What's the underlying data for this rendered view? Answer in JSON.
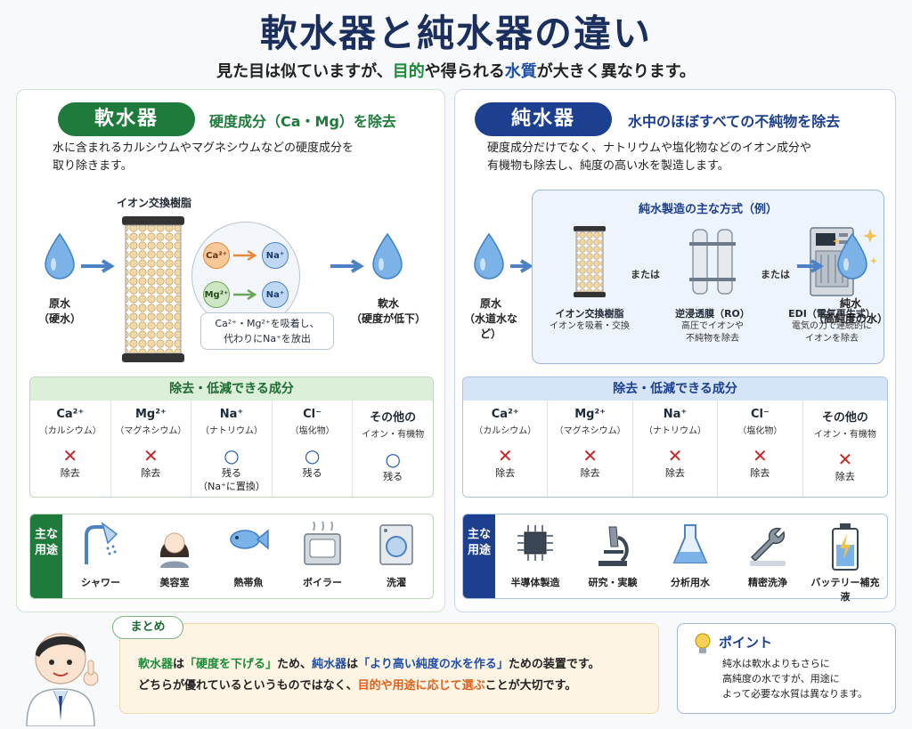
{
  "title": "軟水器と純水器の違い",
  "subtitle": {
    "pre": "見た目は似ていますが、",
    "purpose": "目的",
    "mid": "や得られる",
    "quality": "水質",
    "post": "が大きく異なります。"
  },
  "softener": {
    "badge": "軟水器",
    "headline": "硬度成分（Ca・Mg）を除去",
    "desc_line1": "水に含まれるカルシウムやマグネシウムなどの硬度成分を",
    "desc_line2": "取り除きます。",
    "resin_label": "イオン交換樹脂",
    "raw_water": "原水",
    "raw_water_sub": "（硬水）",
    "soft_water": "軟水",
    "soft_water_sub": "（硬度が低下）",
    "ca_ion": "Ca²⁺",
    "mg_ion": "Mg²⁺",
    "na_ion": "Na⁺",
    "note_line1": "Ca²⁺・Mg²⁺を吸着し、",
    "note_line2": "代わりにNa⁺を放出",
    "table_title": "除去・低減できる成分",
    "table": [
      {
        "ion": "Ca²⁺",
        "name": "（カルシウム）",
        "mark": "✕",
        "type": "x",
        "result": "除去",
        "result2": ""
      },
      {
        "ion": "Mg²⁺",
        "name": "（マグネシウム）",
        "mark": "✕",
        "type": "x",
        "result": "除去",
        "result2": ""
      },
      {
        "ion": "Na⁺",
        "name": "（ナトリウム）",
        "mark": "○",
        "type": "o",
        "result": "残る",
        "result2": "（Na⁺に置換）"
      },
      {
        "ion": "Cl⁻",
        "name": "（塩化物）",
        "mark": "○",
        "type": "o",
        "result": "残る",
        "result2": ""
      },
      {
        "ion": "その他の",
        "name": "イオン・有機物",
        "mark": "○",
        "type": "o",
        "result": "残る",
        "result2": ""
      }
    ],
    "uses_tab_line1": "主な",
    "uses_tab_line2": "用途",
    "uses": [
      {
        "label": "シャワー",
        "icon": "shower-icon"
      },
      {
        "label": "美容室",
        "icon": "woman-icon"
      },
      {
        "label": "熱帯魚",
        "icon": "fish-icon"
      },
      {
        "label": "ボイラー",
        "icon": "boiler-icon"
      },
      {
        "label": "洗濯",
        "icon": "washing-machine-icon"
      }
    ]
  },
  "purifier": {
    "badge": "純水器",
    "headline": "水中のほぼすべての不純物を除去",
    "desc_line1": "硬度成分だけでなく、ナトリウムや塩化物などのイオン成分や",
    "desc_line2": "有機物も除去し、純度の高い水を製造します。",
    "raw_water": "原水",
    "raw_water_sub": "（水道水など）",
    "pure_water": "純水",
    "pure_water_sub": "（高純度の水）",
    "method_title": "純水製造の主な方式（例）",
    "or_text": "または",
    "methods": [
      {
        "name": "イオン交換樹脂",
        "sub1": "イオンを吸着・交換",
        "sub2": ""
      },
      {
        "name": "逆浸透膜（RO）",
        "sub1": "高圧でイオンや",
        "sub2": "不純物を除去"
      },
      {
        "name": "EDI（電気再生式）",
        "sub1": "電気の力で連続的に",
        "sub2": "イオンを除去"
      }
    ],
    "table_title": "除去・低減できる成分",
    "table": [
      {
        "ion": "Ca²⁺",
        "name": "（カルシウム）",
        "mark": "✕",
        "type": "x",
        "result": "除去",
        "result2": ""
      },
      {
        "ion": "Mg²⁺",
        "name": "（マグネシウム）",
        "mark": "✕",
        "type": "x",
        "result": "除去",
        "result2": ""
      },
      {
        "ion": "Na⁺",
        "name": "（ナトリウム）",
        "mark": "✕",
        "type": "x",
        "result": "除去",
        "result2": ""
      },
      {
        "ion": "Cl⁻",
        "name": "（塩化物）",
        "mark": "✕",
        "type": "x",
        "result": "除去",
        "result2": ""
      },
      {
        "ion": "その他の",
        "name": "イオン・有機物",
        "mark": "✕",
        "type": "x",
        "result": "除去",
        "result2": ""
      }
    ],
    "uses_tab_line1": "主な",
    "uses_tab_line2": "用途",
    "uses": [
      {
        "label": "半導体製造",
        "icon": "chip-icon"
      },
      {
        "label": "研究・実験",
        "icon": "microscope-icon"
      },
      {
        "label": "分析用水",
        "icon": "flask-icon"
      },
      {
        "label": "精密洗浄",
        "icon": "wrench-icon"
      },
      {
        "label": "バッテリー補充液",
        "icon": "battery-icon"
      }
    ]
  },
  "summary": {
    "tag": "まとめ",
    "l1_a": "軟水器",
    "l1_b": "は",
    "l1_c": "「硬度を下げる」",
    "l1_d": "ため、",
    "l1_e": "純水器",
    "l1_f": "は",
    "l1_g": "「より高い純度の水を作る」",
    "l1_h": "ための装置です。",
    "l2_a": "どちらが優れているというものではなく、",
    "l2_b": "目的や用途に応じて選ぶ",
    "l2_c": "ことが大切です。"
  },
  "point": {
    "title": "ポイント",
    "line1": "純水は軟水よりもさらに",
    "line2": "高純度の水ですが、用途に",
    "line3": "よって必要な水質は異なります。"
  },
  "colors": {
    "green": "#1e7b3b",
    "navy": "#1c3f8f",
    "red": "#c62828",
    "blue": "#1e56b3",
    "orange": "#e0621a"
  }
}
